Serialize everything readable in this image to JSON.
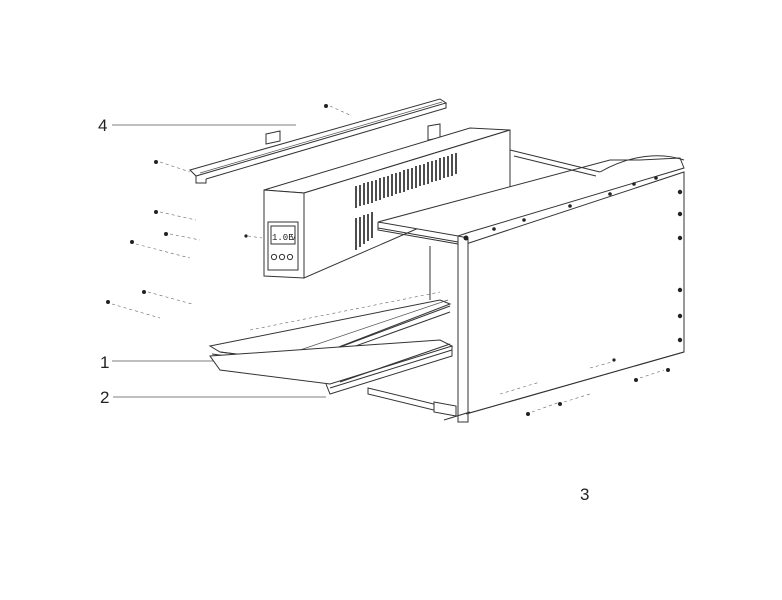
{
  "callouts": [
    {
      "label": "4"
    },
    {
      "label": "1"
    },
    {
      "label": "2"
    },
    {
      "label": "3"
    }
  ],
  "panel_display": {
    "readout": "1.0E",
    "unit": "V"
  }
}
